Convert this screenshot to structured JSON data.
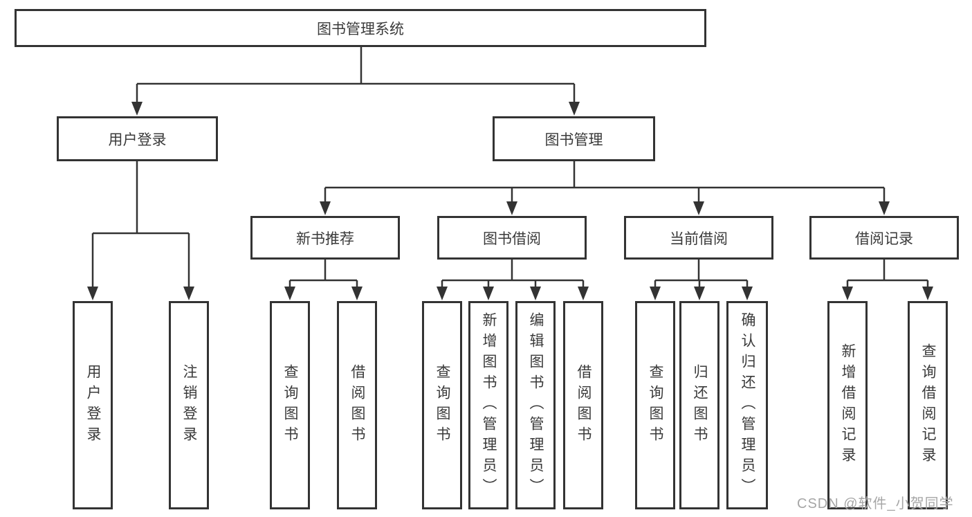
{
  "nodes": [
    {
      "id": "root",
      "label": "图书管理系统"
    },
    {
      "id": "user-login",
      "label": "用户登录"
    },
    {
      "id": "book-management",
      "label": "图书管理"
    },
    {
      "id": "new-book-recommend",
      "label": "新书推荐"
    },
    {
      "id": "book-borrowing",
      "label": "图书借阅"
    },
    {
      "id": "current-borrowing",
      "label": "当前借阅"
    },
    {
      "id": "borrowing-records",
      "label": "借阅记录"
    },
    {
      "id": "leaf-user-login",
      "label": "用户登录"
    },
    {
      "id": "leaf-logout",
      "label": "注销登录"
    },
    {
      "id": "leaf-query-books-a",
      "label": "查询图书"
    },
    {
      "id": "leaf-borrow-books-a",
      "label": "借阅图书"
    },
    {
      "id": "leaf-query-books-b",
      "label": "查询图书"
    },
    {
      "id": "leaf-add-book-admin",
      "label": "新增图书（管理员）"
    },
    {
      "id": "leaf-edit-book-admin",
      "label": "编辑图书（管理员）"
    },
    {
      "id": "leaf-borrow-books-b",
      "label": "借阅图书"
    },
    {
      "id": "leaf-query-books-c",
      "label": "查询图书"
    },
    {
      "id": "leaf-return-book",
      "label": "归还图书"
    },
    {
      "id": "leaf-confirm-return-admin",
      "label": "确认归还（管理员）"
    },
    {
      "id": "leaf-add-borrow-record",
      "label": "新增借阅记录"
    },
    {
      "id": "leaf-query-borrow-record",
      "label": "查询借阅记录"
    }
  ],
  "watermark": "CSDN @软件_小贺同学",
  "colors": {
    "line": "#333333",
    "text": "#3a3a3a",
    "watermark": "#a6a6a6"
  }
}
